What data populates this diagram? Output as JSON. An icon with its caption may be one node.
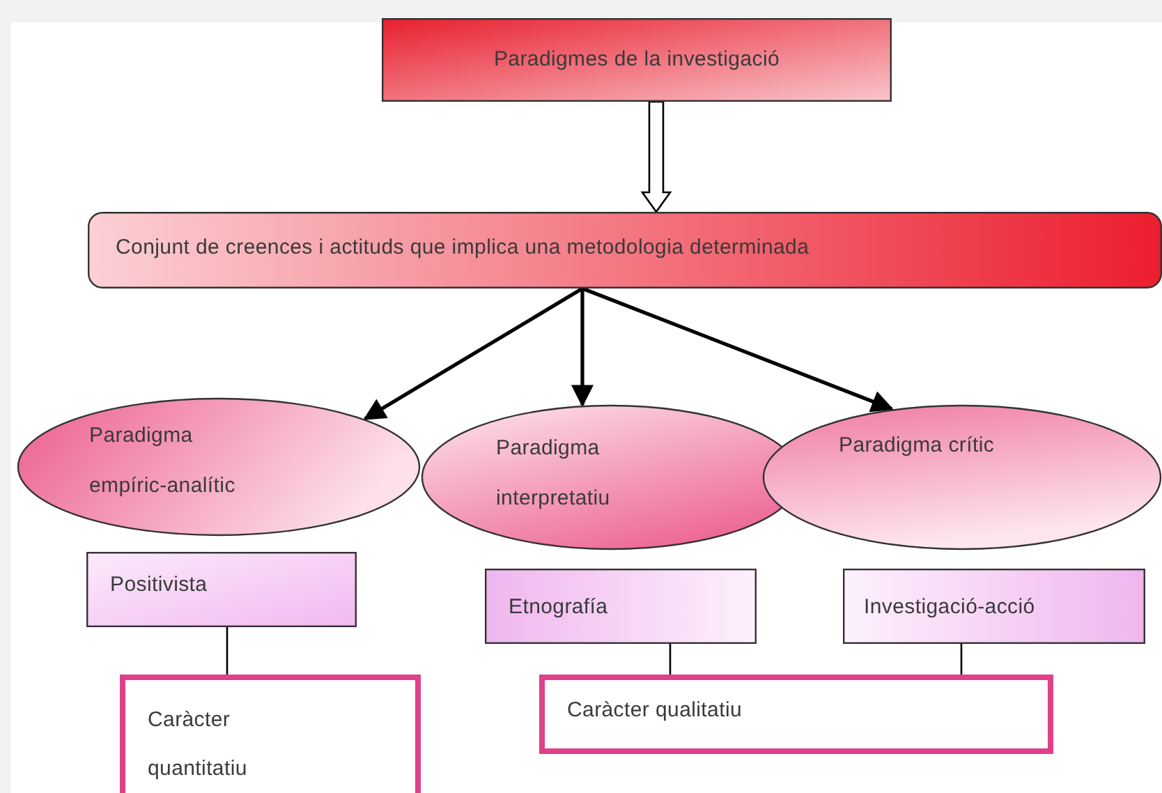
{
  "diagram": {
    "nodes": [
      {
        "text": [
          "Paradigmes de la investigació"
        ]
      },
      {
        "text": [
          "Conjunt de creences i actituds que implica una metodologia determinada"
        ]
      },
      {
        "text": [
          "Paradigma empíric-analític"
        ]
      },
      {
        "text": [
          "Paradigma interpretatiu"
        ]
      },
      {
        "text": [
          "Paradigma crític"
        ]
      },
      {
        "text": [
          "Positivista"
        ]
      },
      {
        "text": [
          "Etnografía"
        ]
      },
      {
        "text": [
          "Investigació-acció"
        ]
      },
      {
        "text": [
          "Caràcter quantitatiu"
        ]
      },
      {
        "text": [
          "Caràcter qualitatiu"
        ]
      }
    ],
    "edges": [
      {
        "from": 0,
        "to": 1,
        "arrow": "to",
        "style": "thick"
      },
      {
        "from": 1,
        "to": 2,
        "arrow": "to"
      },
      {
        "from": 1,
        "to": 3,
        "arrow": "to"
      },
      {
        "from": 1,
        "to": 4,
        "arrow": "to"
      },
      {
        "from": 5,
        "to": 8,
        "arrow": "none"
      },
      {
        "from": 6,
        "to": 9,
        "arrow": "none"
      },
      {
        "from": 7,
        "to": 9,
        "arrow": "none"
      }
    ]
  }
}
